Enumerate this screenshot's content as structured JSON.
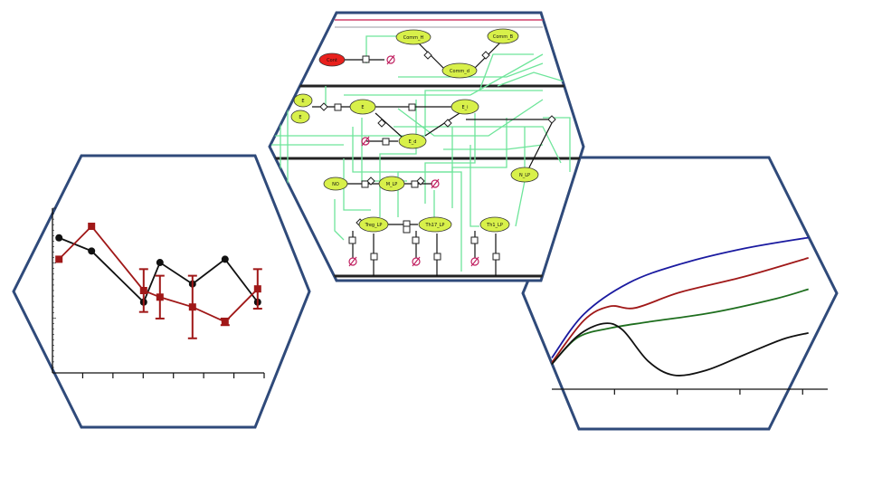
{
  "colors": {
    "hex_border": "#2f4a7a",
    "node_fill": "#d8f04a",
    "node_red": "#e8201c",
    "edge_green": "#6ee59a",
    "black_series": "#111111",
    "red_series": "#a01818",
    "blue_curve": "#1a1aa0",
    "red_curve": "#b01a1a",
    "green_curve": "#1e6e1e",
    "black_curve": "#111111"
  },
  "network": {
    "nodes": [
      {
        "id": "Cont",
        "label": "Cont",
        "color": "red"
      },
      {
        "id": "Comm_H",
        "label": "Comm_H"
      },
      {
        "id": "Comm_B",
        "label": "Comm_B"
      },
      {
        "id": "Comm_d",
        "label": "Comm_d"
      },
      {
        "id": "E1",
        "label": "E"
      },
      {
        "id": "E2",
        "label": "E"
      },
      {
        "id": "E",
        "label": "E"
      },
      {
        "id": "E_i",
        "label": "E_i"
      },
      {
        "id": "E_d",
        "label": "E_d"
      },
      {
        "id": "N_LP",
        "label": "N_LP"
      },
      {
        "id": "NO",
        "label": "NO"
      },
      {
        "id": "M_LP",
        "label": "M_LP"
      },
      {
        "id": "Treg_LP",
        "label": "Treg_LP"
      },
      {
        "id": "Th17_LP",
        "label": "Th17_LP"
      },
      {
        "id": "Th1_LP",
        "label": "Th1_LP"
      }
    ]
  },
  "left_chart": {
    "type": "line",
    "x_ticks": 7,
    "series": [
      {
        "color": "black",
        "values": [
          {
            "x": 0,
            "y": 8.2
          },
          {
            "x": 1,
            "y": 7.4
          },
          {
            "x": 2.6,
            "y": 4.3
          },
          {
            "x": 3.1,
            "y": 6.7
          },
          {
            "x": 4.1,
            "y": 5.4
          },
          {
            "x": 5.1,
            "y": 6.9
          },
          {
            "x": 6.1,
            "y": 4.3
          }
        ]
      },
      {
        "color": "red",
        "values": [
          {
            "x": 0,
            "y": 6.9,
            "err": 0
          },
          {
            "x": 1,
            "y": 8.9,
            "err": 0
          },
          {
            "x": 2.6,
            "y": 5.0,
            "err": 1.3
          },
          {
            "x": 3.1,
            "y": 4.6,
            "err": 1.3
          },
          {
            "x": 4.1,
            "y": 4.0,
            "err": 1.9
          },
          {
            "x": 5.1,
            "y": 3.1,
            "err": 0.2
          },
          {
            "x": 6.1,
            "y": 5.1,
            "err": 1.2
          }
        ]
      }
    ],
    "ylim": [
      0,
      10
    ],
    "xlim": [
      -0.2,
      6.3
    ]
  },
  "right_chart": {
    "type": "line",
    "x_ticks": 4,
    "series": [
      {
        "color": "blue",
        "values": [
          {
            "x": 0,
            "y": 1.0
          },
          {
            "x": 0.5,
            "y": 3.8
          },
          {
            "x": 1.2,
            "y": 5.8
          },
          {
            "x": 2.0,
            "y": 7.0
          },
          {
            "x": 3.0,
            "y": 8.0
          },
          {
            "x": 4.0,
            "y": 8.7
          }
        ]
      },
      {
        "color": "red",
        "values": [
          {
            "x": 0,
            "y": 0.7
          },
          {
            "x": 0.5,
            "y": 3.4
          },
          {
            "x": 0.9,
            "y": 4.3
          },
          {
            "x": 1.3,
            "y": 4.2
          },
          {
            "x": 2.0,
            "y": 5.2
          },
          {
            "x": 3.0,
            "y": 6.2
          },
          {
            "x": 4.0,
            "y": 7.4
          }
        ]
      },
      {
        "color": "green",
        "values": [
          {
            "x": 0,
            "y": 0.6
          },
          {
            "x": 0.4,
            "y": 2.3
          },
          {
            "x": 0.9,
            "y": 2.9
          },
          {
            "x": 1.5,
            "y": 3.3
          },
          {
            "x": 2.5,
            "y": 3.9
          },
          {
            "x": 3.5,
            "y": 4.8
          },
          {
            "x": 4.0,
            "y": 5.4
          }
        ]
      },
      {
        "color": "black",
        "values": [
          {
            "x": 0,
            "y": 0.6
          },
          {
            "x": 0.4,
            "y": 2.4
          },
          {
            "x": 0.8,
            "y": 3.2
          },
          {
            "x": 1.1,
            "y": 2.8
          },
          {
            "x": 1.5,
            "y": 0.8
          },
          {
            "x": 1.9,
            "y": -0.1
          },
          {
            "x": 2.4,
            "y": 0.2
          },
          {
            "x": 3.0,
            "y": 1.2
          },
          {
            "x": 3.6,
            "y": 2.2
          },
          {
            "x": 4.0,
            "y": 2.6
          }
        ]
      }
    ],
    "ylim": [
      -1,
      10
    ],
    "xlim": [
      0,
      4.3
    ]
  }
}
